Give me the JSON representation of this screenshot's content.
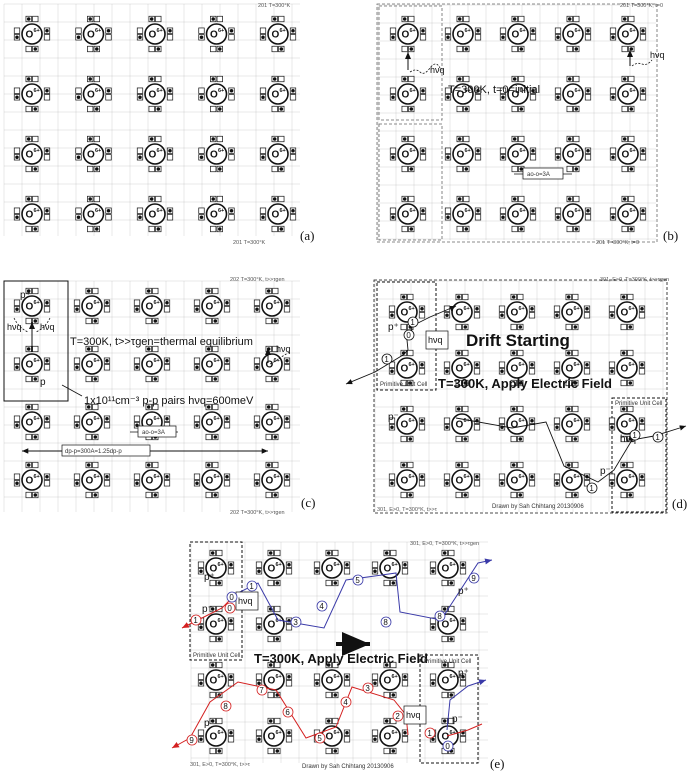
{
  "ion_label": "O",
  "ion_charge": "6+",
  "panels": [
    {
      "id": "a",
      "caption": "(a)",
      "corner_top": "201 T=300°K",
      "corner_bottom": "201 T=300°K",
      "texts": []
    },
    {
      "id": "b",
      "caption": "(b)",
      "corner_top": "201 T=300°K; t=0",
      "corner_bottom": "201 T=300°K; t=0",
      "texts": [
        "T=300K, t=0=initial",
        "hνq",
        "hνq",
        "ao-o=3A"
      ]
    },
    {
      "id": "c",
      "caption": "(c)",
      "corner_top": "202 T=300°K, t>>τgen",
      "corner_bottom": "202 T=300°K, t>>τgen",
      "texts": [
        "T=300K, t>>τgen=thermal equilibrium",
        "1x10¹¹cm⁻³ p-p pairs   hνq=600meV",
        "ao-o=3A",
        "dp-p=300A=1.25dp-p",
        "p⁺",
        "p",
        "hνq",
        "hνq",
        "hνq"
      ]
    },
    {
      "id": "d",
      "caption": "(d)",
      "corner_top": "301, E>0, T=300°K, t>>τgen",
      "corner_bottom": "301, E>0, T=300°K, t>>τ",
      "texts": [
        "Drift Starting",
        "T=300K, Apply Electric Field",
        "Primitive Unit Cell",
        "Primitive Unit Cell",
        "Drawn by Sah Chihtang 20130906",
        "p⁺",
        "p⁻",
        "p⁻",
        "p⁺",
        "hνq"
      ]
    },
    {
      "id": "e",
      "caption": "(e)",
      "corner_top": "301, E>0, T=300°K, t>>τgen",
      "corner_bottom": "301, E>0, T=300°K, t>>τ",
      "texts": [
        "T=300K, Apply Electric Field",
        "Primitive Unit Cell",
        "Primitive Unit Cell",
        "Drawn by Sah Chihtang 20130906",
        "p⁺",
        "p⁻",
        "p⁺",
        "p⁻",
        "p⁻",
        "p⁺",
        "hνq",
        "hνq"
      ]
    }
  ],
  "path_numbers": [
    "0",
    "1",
    "2",
    "3",
    "4",
    "5",
    "6",
    "7",
    "8",
    "9"
  ],
  "colors": {
    "hole_path": "#3a3aa8",
    "electron_path": "#d42020",
    "grid": "#bdbdbd",
    "line": "#111111"
  }
}
